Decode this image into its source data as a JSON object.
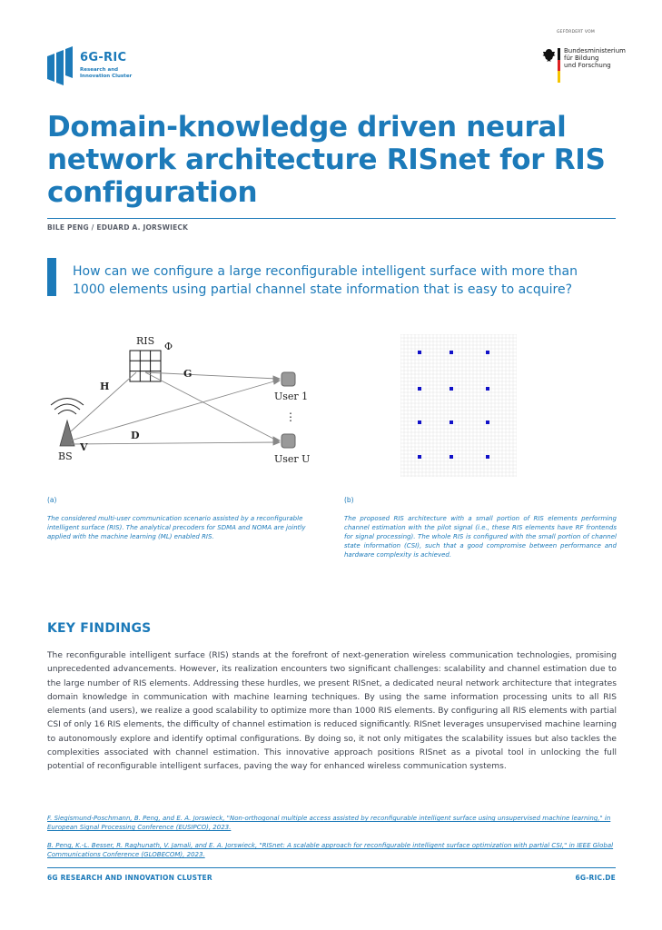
{
  "header": {
    "logo": {
      "name": "6G-RIC",
      "subtitle_line1": "Research and",
      "subtitle_line2": "Innovation Cluster"
    },
    "funder": {
      "label": "GEFÖRDERT VOM",
      "ministry_line1": "Bundesministerium",
      "ministry_line2": "für Bildung",
      "ministry_line3": "und Forschung"
    }
  },
  "title": "Domain-knowledge driven neural network architecture RISnet for RIS configuration",
  "authors": "BILE PENG / EDUARD A. JORSWIECK",
  "question": "How can we configure a large reconfigurable intelligent surface with more than 1000 elements using partial channel state information that is easy to acquire?",
  "figure_a": {
    "labels": {
      "ris": "RIS",
      "phi": "Φ",
      "h": "H",
      "g": "G",
      "d": "D",
      "v": "V",
      "bs": "BS",
      "user1": "User 1",
      "userU": "User U",
      "dots": "⋮"
    }
  },
  "captions": {
    "a": {
      "label": "(a)",
      "text": "The considered multi-user communication scenario assisted by a reconfigurable intelligent surface (RIS). The analytical precoders for SDMA and NOMA are jointly applied with the machine learning (ML) enabled RIS."
    },
    "b": {
      "label": "(b)",
      "text": "The proposed RIS architecture with a small portion of RIS elements performing channel estimation with the pilot signal (i.e., these RIS elements have RF frontends for signal processing). The whole RIS is configured with the small portion of channel state information (CSI), such that a good compromise between performance and hardware complexity is achieved."
    }
  },
  "key_findings": {
    "heading": "KEY FINDINGS",
    "body": "The reconfigurable intelligent surface (RIS) stands at the forefront of next-generation wireless communication technologies, promising unprecedented advancements. However, its realization encounters two significant challenges: scalability and channel estimation due to the large number of RIS elements. Addressing these hurdles, we present RISnet, a dedicated neural network architecture that integrates domain knowledge in communication with machine learning techniques. By using the same information processing units to all RIS elements (and users), we realize a good scalability to optimize more than 1000 RIS elements. By configuring all RIS elements with partial CSI of only 16 RIS elements, the difficulty of channel estimation is reduced significantly. RISnet leverages unsupervised machine learning to autonomously explore and identify optimal configurations. By doing so, it not only mitigates the scalability issues but also tackles the complexities associated with channel estimation. This innovative approach positions RISnet as a pivotal tool in unlocking the full potential of reconfigurable intelligent surfaces, paving the way for enhanced wireless communication systems."
  },
  "references": [
    "F. Siegismund-Poschmann, B. Peng, and E. A. Jorswieck, \"Non-orthogonal multiple access assisted by reconfigurable intelligent surface using unsupervised machine learning,\" in European Signal Processing Conference (EUSIPCO), 2023.",
    "B. Peng, K.-L. Besser, R. Raghunath, V. Jamali, and E. A. Jorswieck, \"RISnet: A scalable approach for reconfigurable intelligent surface optimization with partial CSI,\" in IEEE Global Communications Conference (GLOBECOM), 2023."
  ],
  "footer": {
    "left": "6G RESEARCH AND INNOVATION CLUSTER",
    "right": "6G-RIC.DE"
  },
  "colors": {
    "accent": "#1c7ab9",
    "body_text": "#3a3f4a",
    "pilot_element": "#1010c8"
  }
}
